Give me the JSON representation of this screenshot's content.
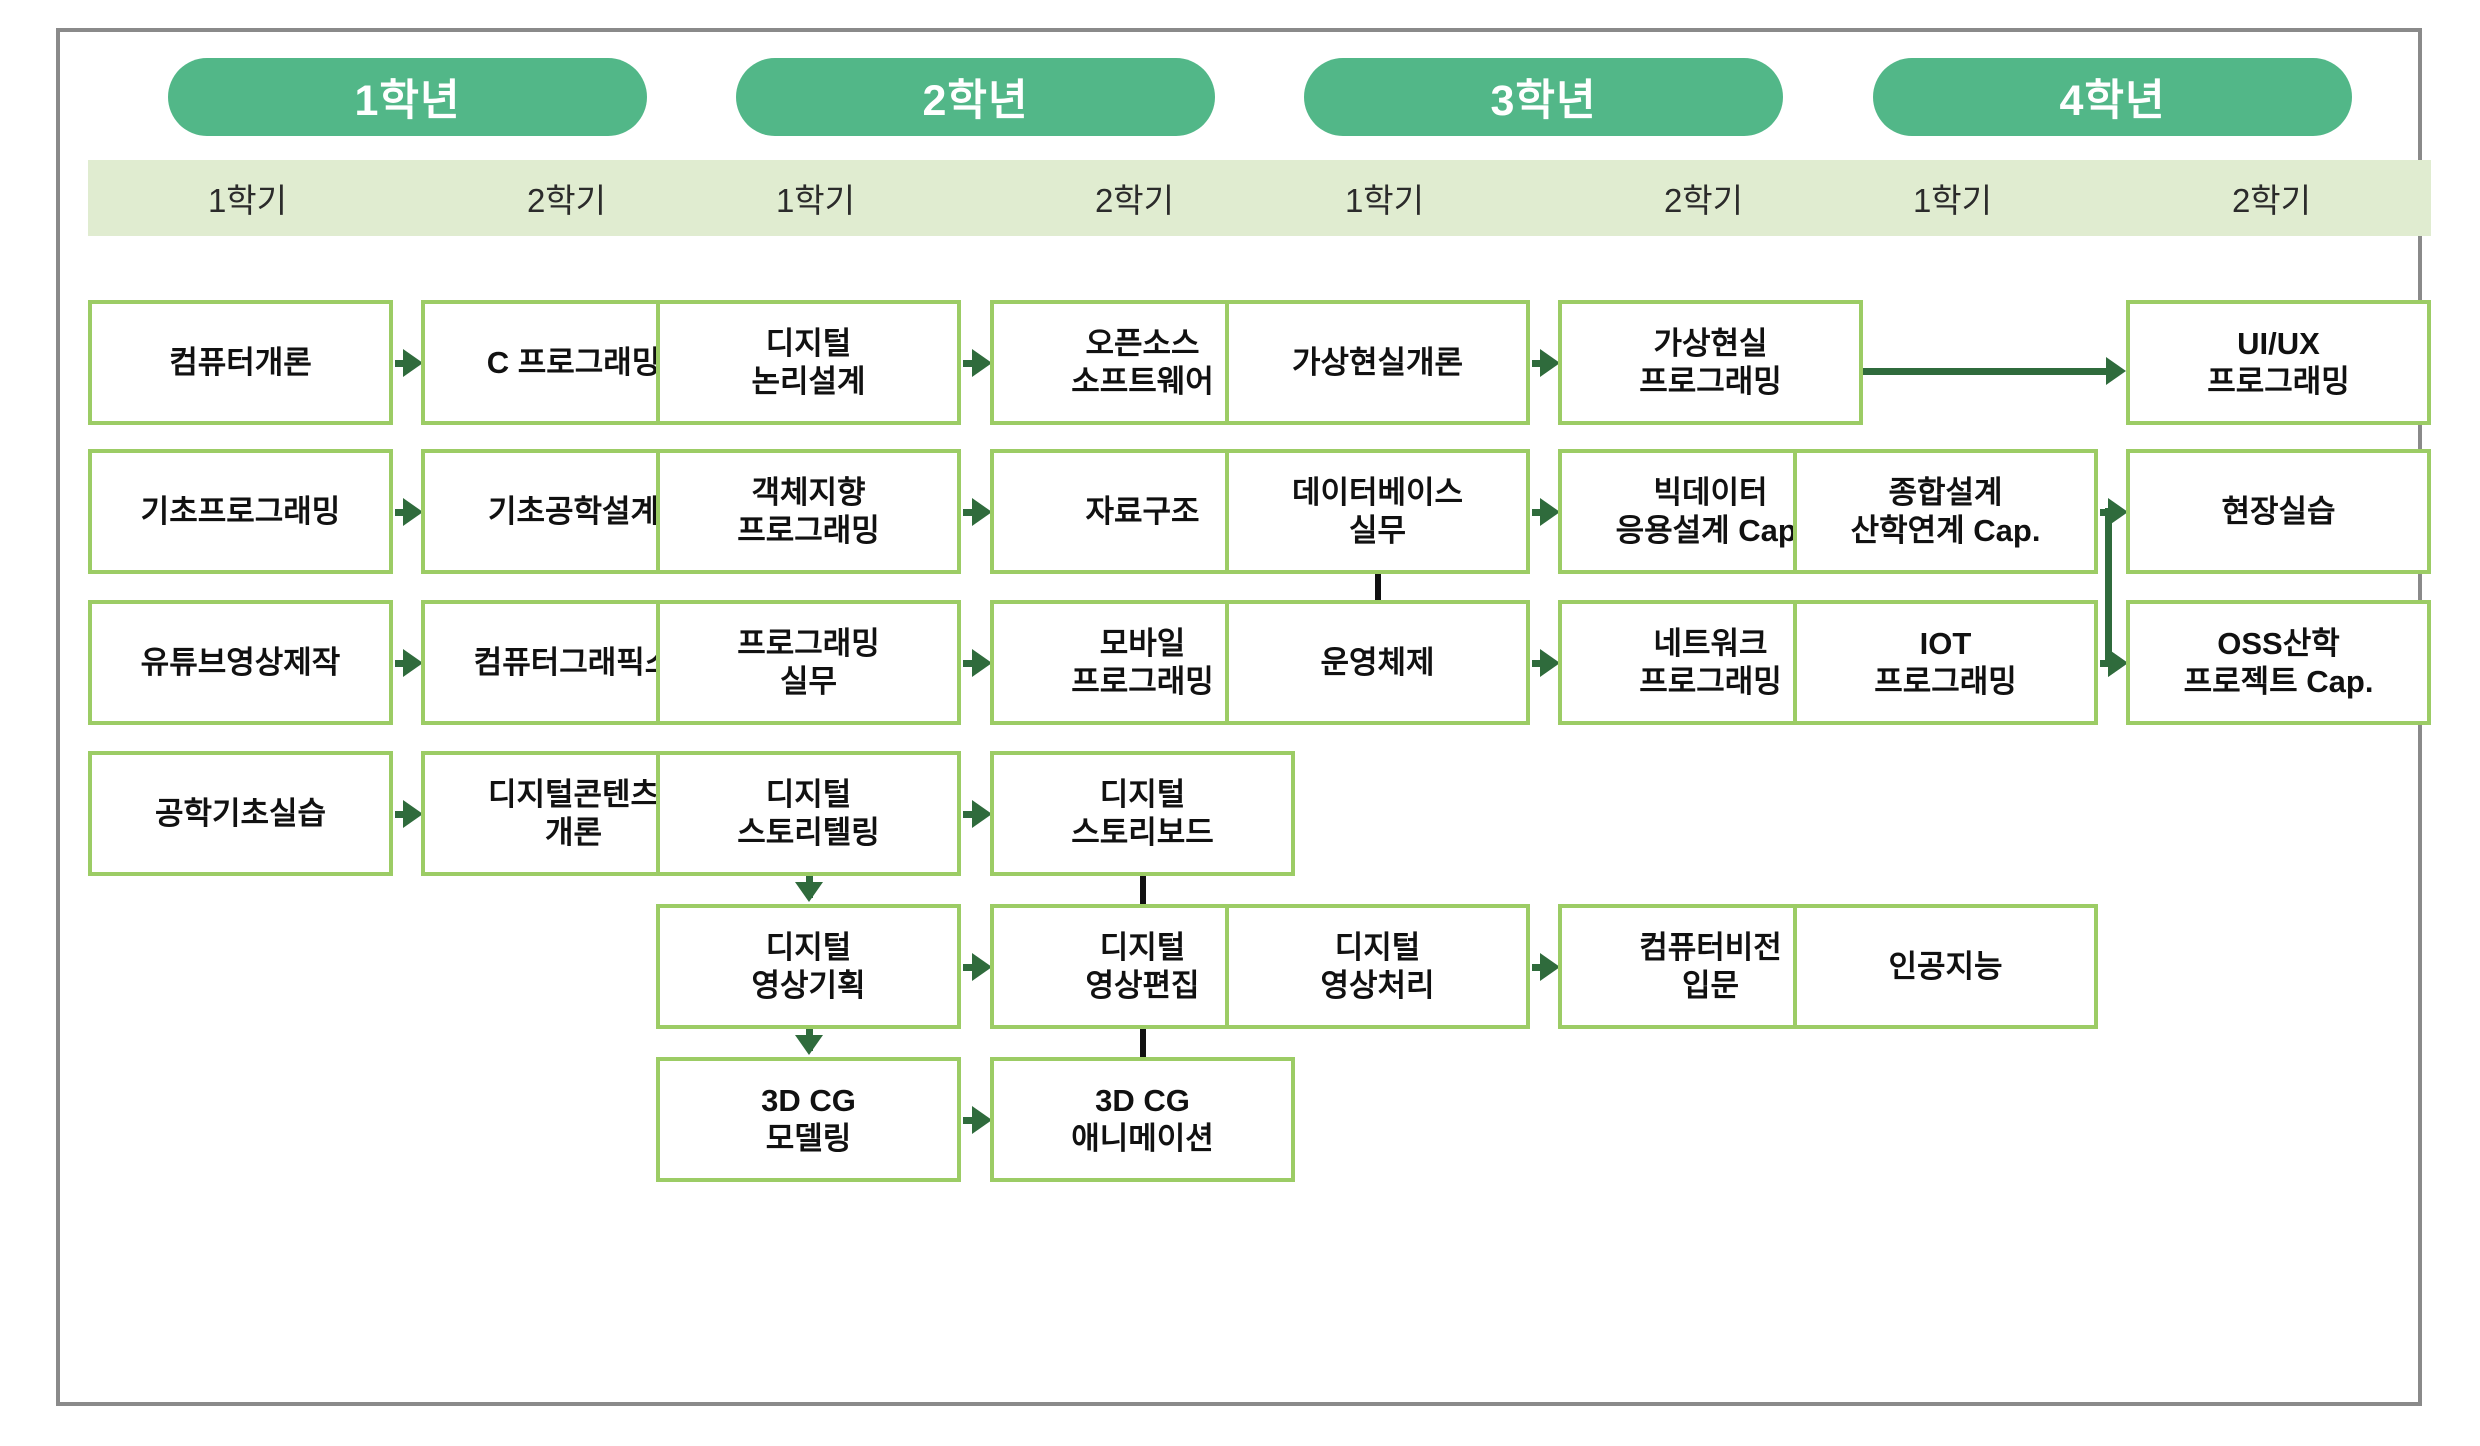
{
  "diagram": {
    "title_present": false,
    "colors": {
      "year_pill_bg": "#52b788",
      "semester_bar_bg": "#e0ecd0",
      "box_border": "#9ccc65",
      "arrow": "#2f6b3c",
      "frame_border": "#8a8a8a",
      "text": "#111111"
    },
    "years": [
      {
        "label": "1학년",
        "semesters": [
          "1학기",
          "2학기"
        ]
      },
      {
        "label": "2학년",
        "semesters": [
          "1학기",
          "2학기"
        ]
      },
      {
        "label": "3학년",
        "semesters": [
          "1학기",
          "2학기"
        ]
      },
      {
        "label": "4학년",
        "semesters": [
          "1학기",
          "2학기"
        ]
      }
    ],
    "courses": [
      {
        "id": "c1",
        "lines": [
          "컴퓨터개론"
        ],
        "col": 1,
        "row": 1
      },
      {
        "id": "c2",
        "lines": [
          "C 프로그래밍"
        ],
        "col": 2,
        "row": 1
      },
      {
        "id": "c3",
        "lines": [
          "디지털",
          "논리설계"
        ],
        "col": 3,
        "row": 1
      },
      {
        "id": "c4",
        "lines": [
          "오픈소스",
          "소프트웨어"
        ],
        "col": 4,
        "row": 1
      },
      {
        "id": "c5",
        "lines": [
          "가상현실개론"
        ],
        "col": 5,
        "row": 1
      },
      {
        "id": "c6",
        "lines": [
          "가상현실",
          "프로그래밍"
        ],
        "col": 6,
        "row": 1
      },
      {
        "id": "c7",
        "lines": [
          "UI/UX",
          "프로그래밍"
        ],
        "col": 8,
        "row": 1
      },
      {
        "id": "c8",
        "lines": [
          "기초프로그래밍"
        ],
        "col": 1,
        "row": 2
      },
      {
        "id": "c9",
        "lines": [
          "기초공학설계"
        ],
        "col": 2,
        "row": 2
      },
      {
        "id": "c10",
        "lines": [
          "객체지향",
          "프로그래밍"
        ],
        "col": 3,
        "row": 2
      },
      {
        "id": "c11",
        "lines": [
          "자료구조"
        ],
        "col": 4,
        "row": 2
      },
      {
        "id": "c12",
        "lines": [
          "데이터베이스",
          "실무"
        ],
        "col": 5,
        "row": 2
      },
      {
        "id": "c13",
        "lines": [
          "빅데이터",
          "응용설계 Cap."
        ],
        "col": 6,
        "row": 2
      },
      {
        "id": "c14",
        "lines": [
          "종합설계",
          "산학연계 Cap."
        ],
        "col": 7,
        "row": 2
      },
      {
        "id": "c15",
        "lines": [
          "현장실습"
        ],
        "col": 8,
        "row": 2
      },
      {
        "id": "c16",
        "lines": [
          "유튜브영상제작"
        ],
        "col": 1,
        "row": 3
      },
      {
        "id": "c17",
        "lines": [
          "컴퓨터그래픽스"
        ],
        "col": 2,
        "row": 3
      },
      {
        "id": "c18",
        "lines": [
          "프로그래밍",
          "실무"
        ],
        "col": 3,
        "row": 3
      },
      {
        "id": "c19",
        "lines": [
          "모바일",
          "프로그래밍"
        ],
        "col": 4,
        "row": 3
      },
      {
        "id": "c20",
        "lines": [
          "운영체제"
        ],
        "col": 5,
        "row": 3
      },
      {
        "id": "c21",
        "lines": [
          "네트워크",
          "프로그래밍"
        ],
        "col": 6,
        "row": 3
      },
      {
        "id": "c22",
        "lines": [
          "IOT",
          "프로그래밍"
        ],
        "col": 7,
        "row": 3
      },
      {
        "id": "c23",
        "lines": [
          "OSS산학",
          "프로젝트 Cap."
        ],
        "col": 8,
        "row": 3
      },
      {
        "id": "c24",
        "lines": [
          "공학기초실습"
        ],
        "col": 1,
        "row": 4
      },
      {
        "id": "c25",
        "lines": [
          "디지털콘텐츠",
          "개론"
        ],
        "col": 2,
        "row": 4
      },
      {
        "id": "c26",
        "lines": [
          "디지털",
          "스토리텔링"
        ],
        "col": 3,
        "row": 4
      },
      {
        "id": "c27",
        "lines": [
          "디지털",
          "스토리보드"
        ],
        "col": 4,
        "row": 4
      },
      {
        "id": "c28",
        "lines": [
          "디지털",
          "영상기획"
        ],
        "col": 3,
        "row": 5
      },
      {
        "id": "c29",
        "lines": [
          "디지털",
          "영상편집"
        ],
        "col": 4,
        "row": 5
      },
      {
        "id": "c30",
        "lines": [
          "디지털",
          "영상처리"
        ],
        "col": 5,
        "row": 5
      },
      {
        "id": "c31",
        "lines": [
          "컴퓨터비전",
          "입문"
        ],
        "col": 6,
        "row": 5
      },
      {
        "id": "c32",
        "lines": [
          "인공지능"
        ],
        "col": 7,
        "row": 5
      },
      {
        "id": "c33",
        "lines": [
          "3D CG",
          "모델링"
        ],
        "col": 3,
        "row": 6
      },
      {
        "id": "c34",
        "lines": [
          "3D CG",
          "애니메이션"
        ],
        "col": 4,
        "row": 6
      }
    ],
    "connections": [
      {
        "from": "c1",
        "to": "c2",
        "type": "arrow-right"
      },
      {
        "from": "c2",
        "to": "c3",
        "type": "arrow-right"
      },
      {
        "from": "c3",
        "to": "c4",
        "type": "arrow-right"
      },
      {
        "from": "c4",
        "to": "c5",
        "type": "arrow-right"
      },
      {
        "from": "c5",
        "to": "c6",
        "type": "arrow-right"
      },
      {
        "from": "c6",
        "to": "c7",
        "type": "long-arrow-right"
      },
      {
        "from": "c8",
        "to": "c9",
        "type": "arrow-right"
      },
      {
        "from": "c9",
        "to": "c10",
        "type": "arrow-right"
      },
      {
        "from": "c10",
        "to": "c11",
        "type": "arrow-right"
      },
      {
        "from": "c11",
        "to": "c12",
        "type": "arrow-right"
      },
      {
        "from": "c12",
        "to": "c13",
        "type": "arrow-right"
      },
      {
        "from": "c13",
        "to": "c14",
        "type": "arrow-right"
      },
      {
        "from": "c14",
        "to": "c15",
        "type": "arrow-right"
      },
      {
        "from": "c16",
        "to": "c17",
        "type": "arrow-right"
      },
      {
        "from": "c17",
        "to": "c18",
        "type": "arrow-right"
      },
      {
        "from": "c18",
        "to": "c19",
        "type": "arrow-right"
      },
      {
        "from": "c19",
        "to": "c20",
        "type": "arrow-right"
      },
      {
        "from": "c20",
        "to": "c21",
        "type": "arrow-right"
      },
      {
        "from": "c21",
        "to": "c22",
        "type": "arrow-right"
      },
      {
        "from": "c22",
        "to": "c23",
        "type": "arrow-right"
      },
      {
        "from": "c24",
        "to": "c25",
        "type": "arrow-right"
      },
      {
        "from": "c25",
        "to": "c26",
        "type": "arrow-right"
      },
      {
        "from": "c26",
        "to": "c27",
        "type": "arrow-right"
      },
      {
        "from": "c28",
        "to": "c29",
        "type": "arrow-right"
      },
      {
        "from": "c29",
        "to": "c30",
        "type": "arrow-right"
      },
      {
        "from": "c30",
        "to": "c31",
        "type": "arrow-right"
      },
      {
        "from": "c31",
        "to": "c32",
        "type": "arrow-right"
      },
      {
        "from": "c33",
        "to": "c34",
        "type": "arrow-right"
      },
      {
        "from": "c12",
        "to": "c20",
        "type": "line-down"
      },
      {
        "from": "c26",
        "to": "c28",
        "type": "arrow-down"
      },
      {
        "from": "c27",
        "to": "c29",
        "type": "line-down"
      },
      {
        "from": "c28",
        "to": "c33",
        "type": "arrow-down"
      },
      {
        "from": "c29",
        "to": "c34",
        "type": "line-down"
      },
      {
        "from": "c14",
        "to": "c23",
        "type": "elbow-down-right"
      }
    ]
  }
}
